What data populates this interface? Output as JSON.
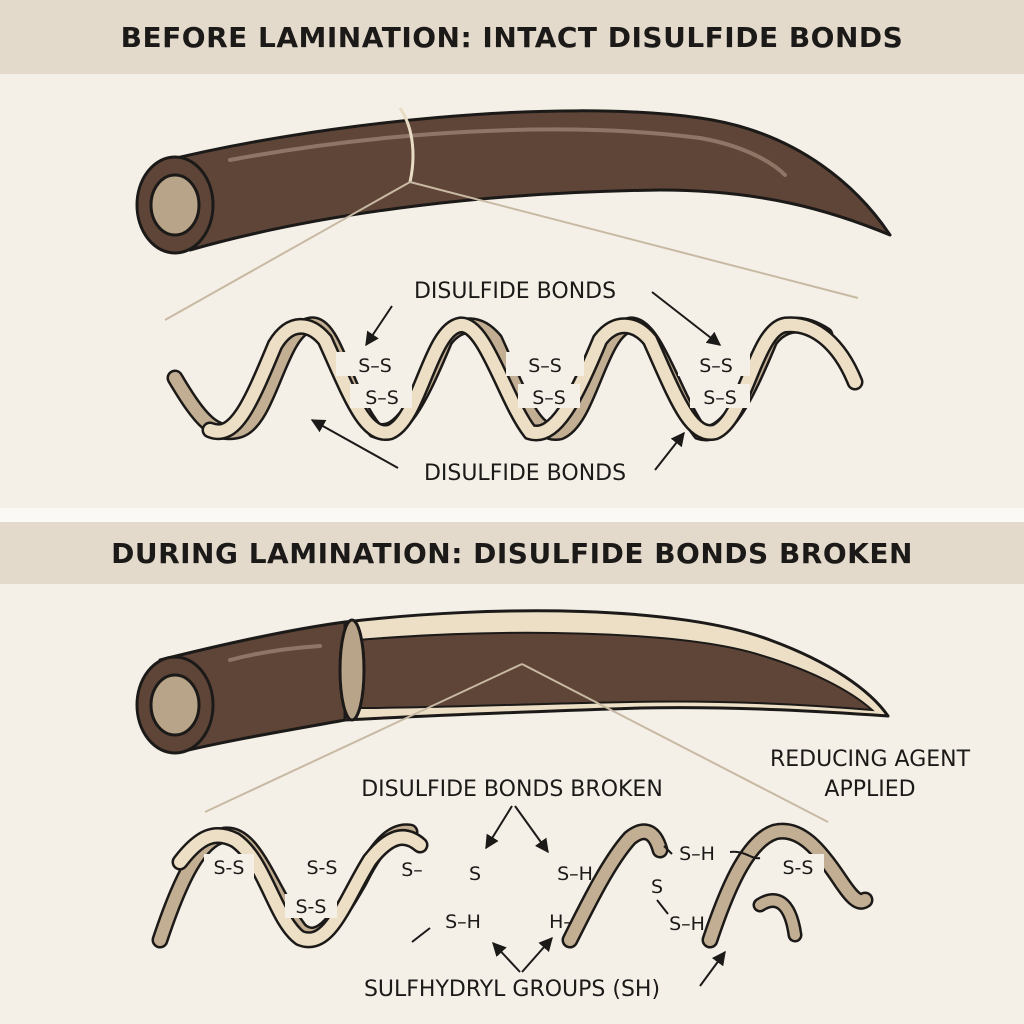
{
  "top_title": "BEFORE LAMINATION: INTACT DISULFIDE BONDS",
  "bottom_title": "DURING LAMINATION: DISULFIDE BONDS BROKEN",
  "top": {
    "label_upper": "DISULFIDE BONDS",
    "label_lower": "DISULFIDE BONDS",
    "bond_pairs": [
      {
        "a": "S–S",
        "b": "S–S"
      },
      {
        "a": "S–S",
        "b": "S–S"
      },
      {
        "a": "S–S",
        "b": "S–S"
      }
    ]
  },
  "bottom": {
    "label_broken": "DISULFIDE BONDS BROKEN",
    "label_reducing_line1": "REDUCING AGENT",
    "label_reducing_line2": "APPLIED",
    "label_sulfhydryl": "SULFHYDRYL GROUPS (SH)",
    "chem": {
      "ss1": "S-S",
      "ss2": "S-S",
      "ss3": "S-S",
      "s_dash": "S–",
      "s_single": "S",
      "s_h_left": "S–H",
      "s_h_mid": "S–H",
      "h_dash": "H–",
      "s_h_top": "S–H",
      "s_mid": "S",
      "s_h_low": "S–H",
      "ss_right": "S-S"
    }
  },
  "colors": {
    "hair_dark": "#5e4538",
    "hair_core": "#b8a488",
    "ribbon_tan": "#c2ae92",
    "ribbon_light": "#ecdfc6",
    "banner": "#e4dacc",
    "background": "#f4f0e8"
  }
}
